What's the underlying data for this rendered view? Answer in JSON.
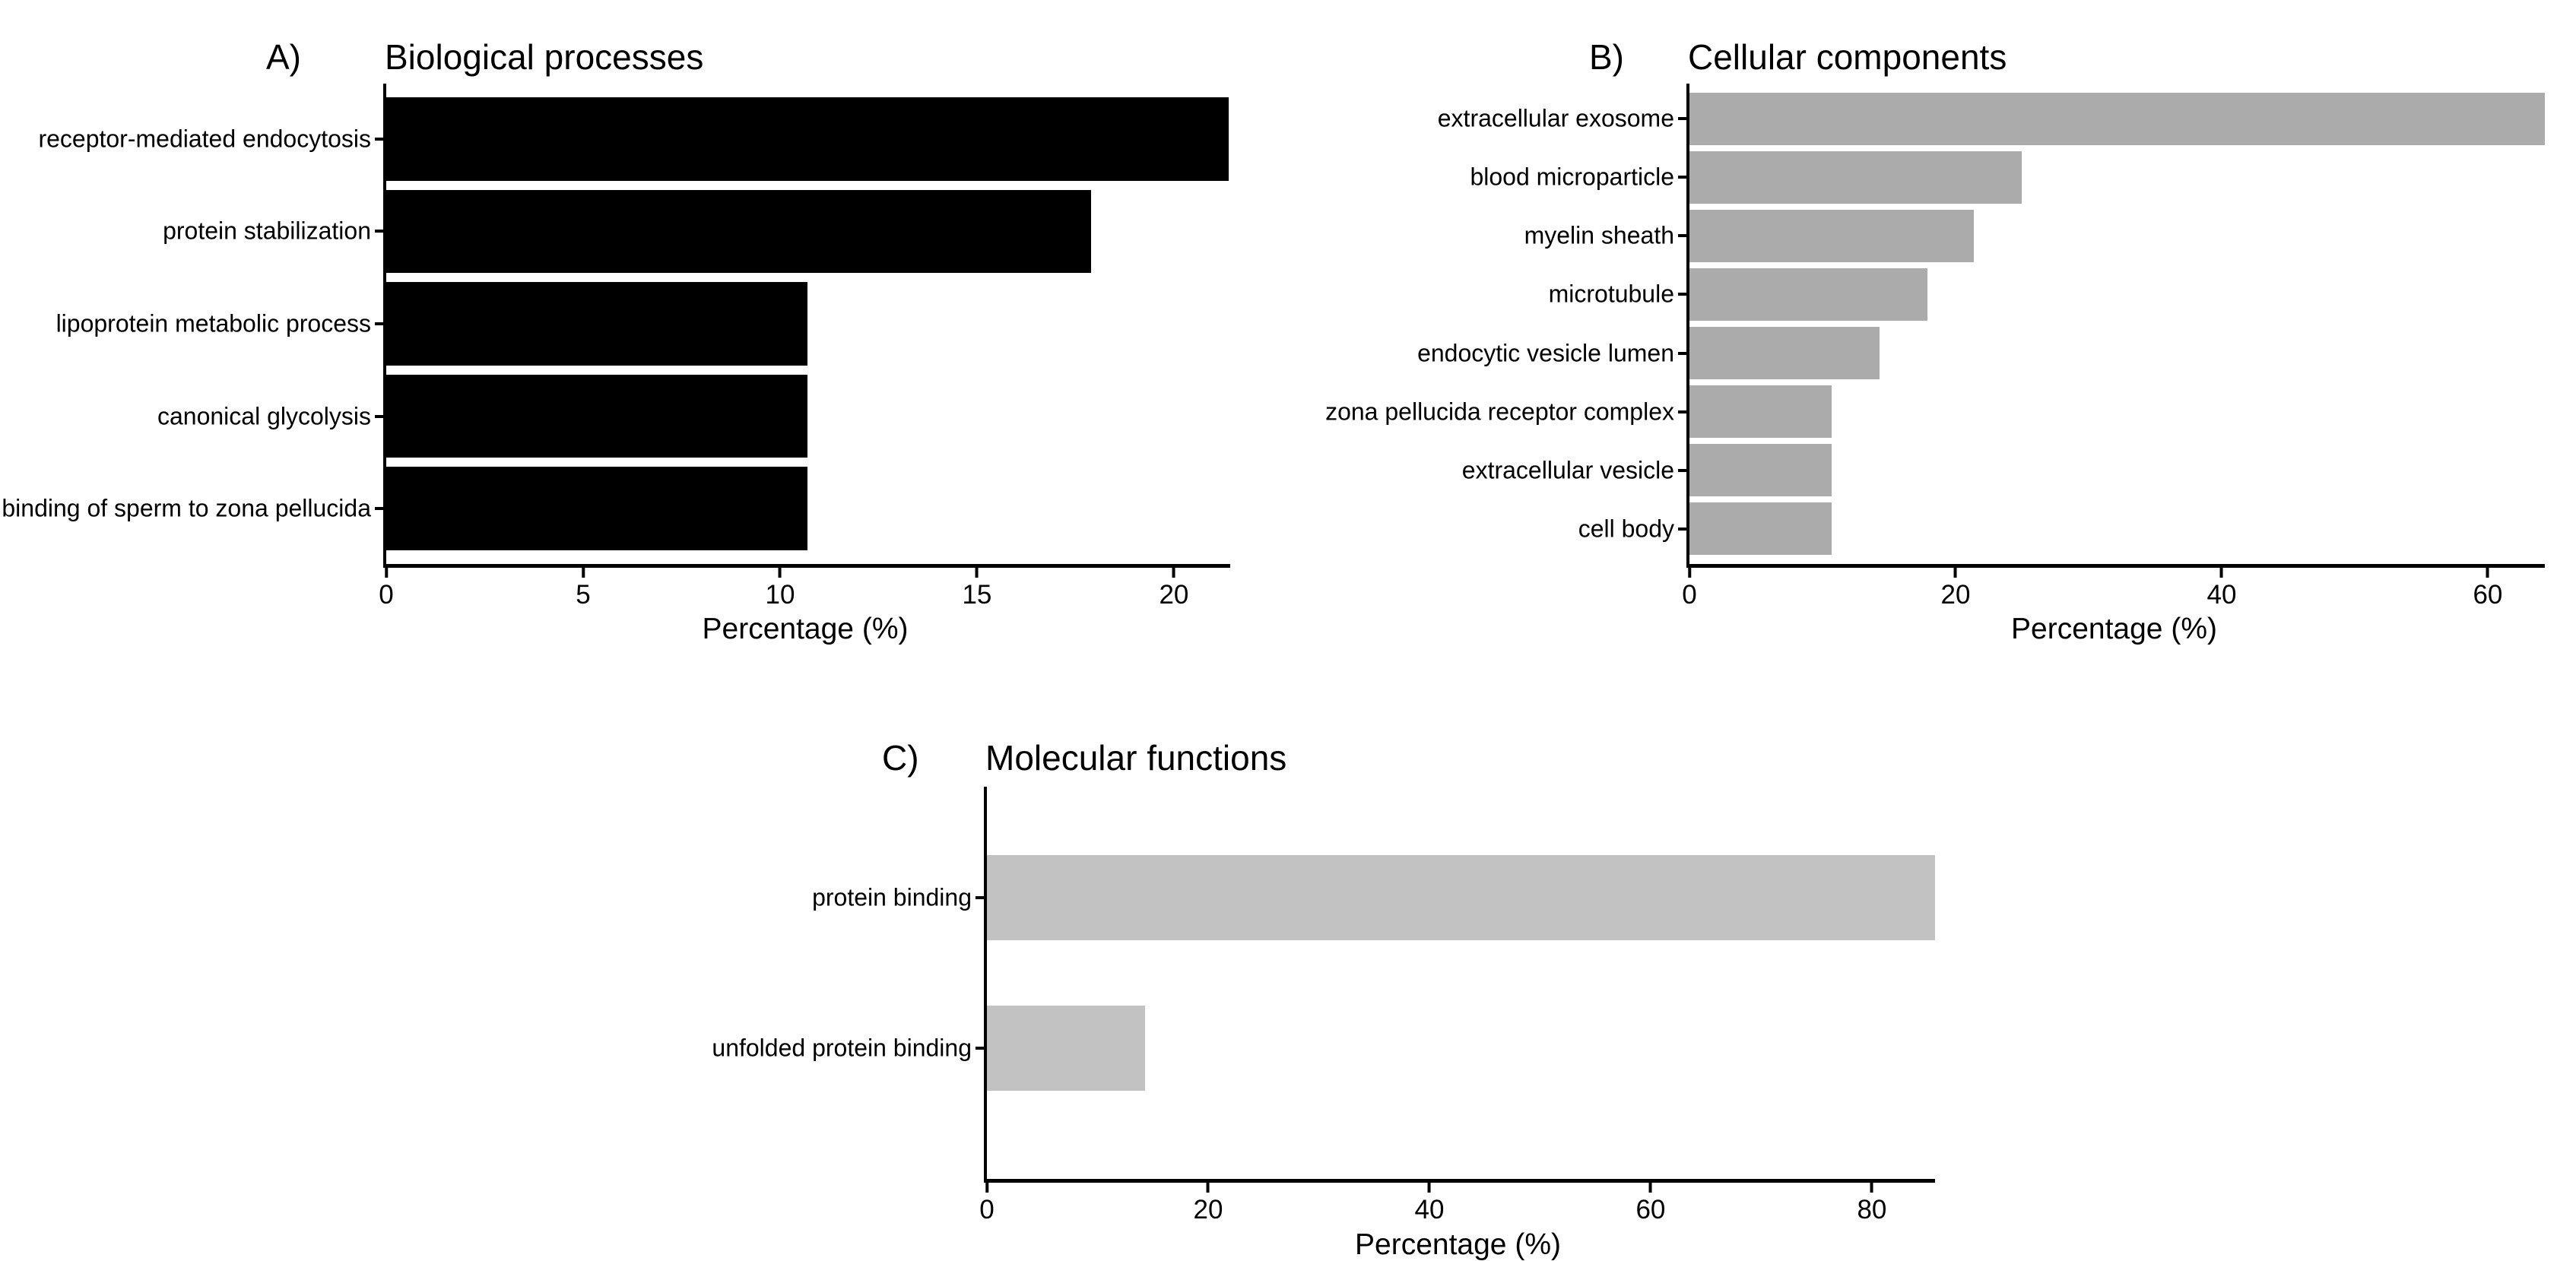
{
  "figure": {
    "background": "#FFFFFF",
    "text_color": "#000000",
    "axis_color": "#000000"
  },
  "chart_data": [
    {
      "type": "bar",
      "orientation": "horizontal",
      "panel_letter": "A)",
      "title": "Biological processes",
      "xlabel": "Percentage (%)",
      "bar_color": "#000000",
      "categories": [
        "receptor-mediated endocytosis",
        "protein stabilization",
        "lipoprotein metabolic process",
        "canonical glycolysis",
        "binding of sperm to zona pellucida"
      ],
      "values": [
        21.4,
        17.9,
        10.7,
        10.7,
        10.7
      ],
      "xticks": [
        0,
        5,
        10,
        15,
        20
      ],
      "xlim": [
        0,
        21.43
      ],
      "grid": "off"
    },
    {
      "type": "bar",
      "orientation": "horizontal",
      "panel_letter": "B)",
      "title": "Cellular components",
      "xlabel": "Percentage (%)",
      "bar_color": "#ABABAB",
      "categories": [
        "extracellular exosome",
        "blood microparticle",
        "myelin sheath",
        "microtubule",
        "endocytic vesicle lumen",
        "zona pellucida receptor complex",
        "extracellular vesicle",
        "cell body"
      ],
      "values": [
        64.3,
        25.0,
        21.4,
        17.9,
        14.3,
        10.7,
        10.7,
        10.7
      ],
      "xticks": [
        0,
        20,
        40,
        60
      ],
      "xlim": [
        0,
        64.29
      ],
      "grid": "off"
    },
    {
      "type": "bar",
      "orientation": "horizontal",
      "panel_letter": "C)",
      "title": "Molecular functions",
      "xlabel": "Percentage (%)",
      "bar_color": "#C2C2C2",
      "categories": [
        "protein binding",
        "unfolded protein binding"
      ],
      "values": [
        85.7,
        14.3
      ],
      "xticks": [
        0,
        20,
        40,
        60,
        80
      ],
      "xlim": [
        0,
        85.71
      ],
      "grid": "off"
    }
  ]
}
